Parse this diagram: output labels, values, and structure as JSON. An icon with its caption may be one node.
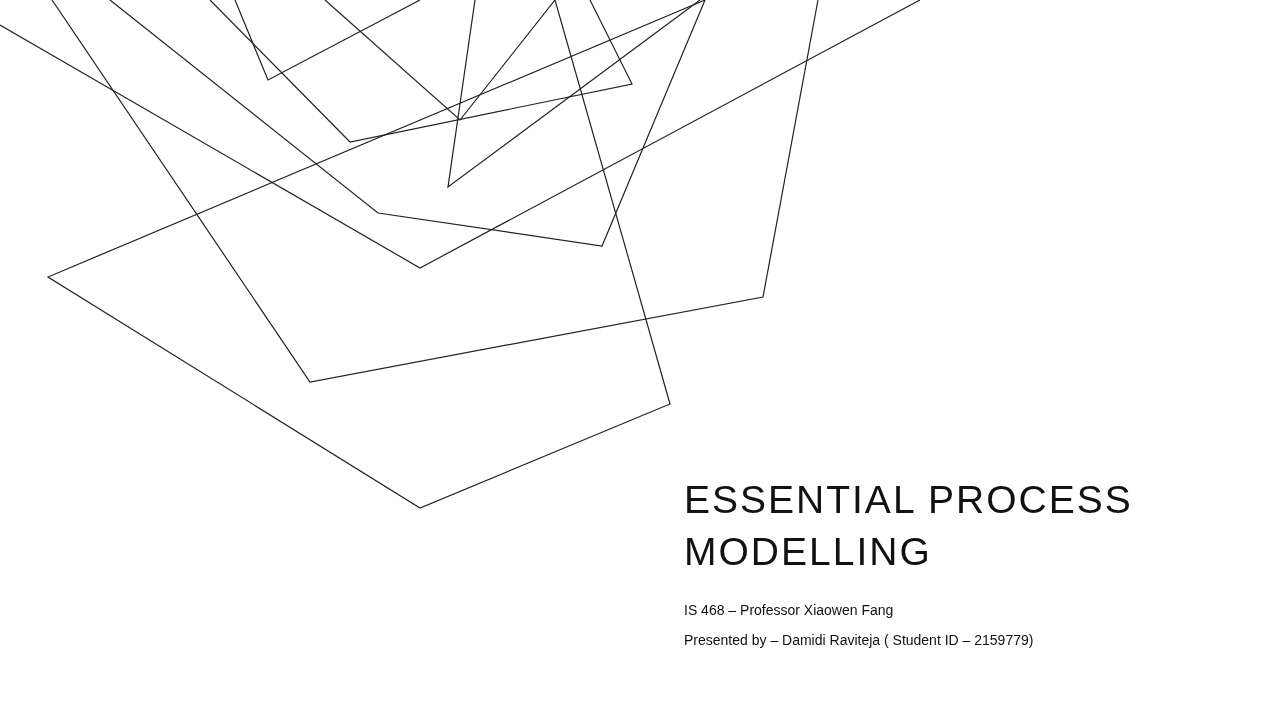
{
  "diagram": {
    "title": "ESSENTIAL PROCESS MODELLING",
    "labels": [
      "IS 468 – Professor Xiaowen Fang",
      "Presented by – Damidi Raviteja ( Student ID – 2159779)"
    ]
  }
}
